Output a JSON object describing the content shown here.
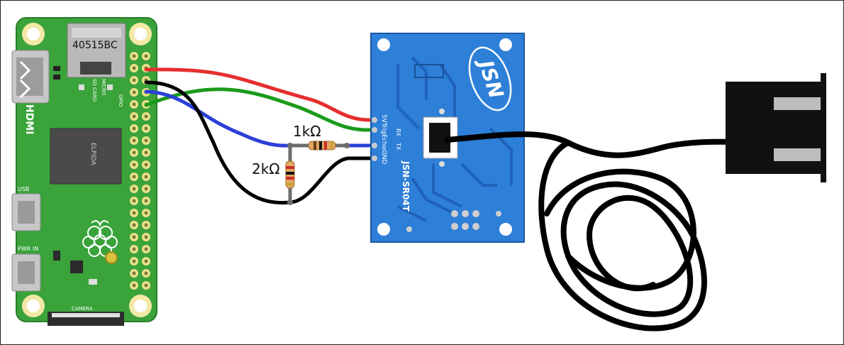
{
  "diagram": {
    "pi": {
      "chip_code": "40515BC",
      "sd_label_1": "MICRO",
      "sd_label_2": "SD CARD",
      "gpio_label": "GPIO",
      "hdmi_label": "HDMI",
      "usb_label": "USB",
      "pwr_label": "PWR IN",
      "camera_label": "CAMERA",
      "elpida_label": "ELPIDA"
    },
    "sensor": {
      "logo": "JSN",
      "model": "JSN-SR04T",
      "pins": "5VTrigEchoGND",
      "rx_label": "RX",
      "tx_label": "TX"
    },
    "resistors": {
      "r1_label": "1kΩ",
      "r2_label": "2kΩ"
    },
    "wire_colors": {
      "vcc": "#e52e2e",
      "trig": "#1a9b1a",
      "echo": "#2b3fd8",
      "gnd": "#000000"
    }
  }
}
